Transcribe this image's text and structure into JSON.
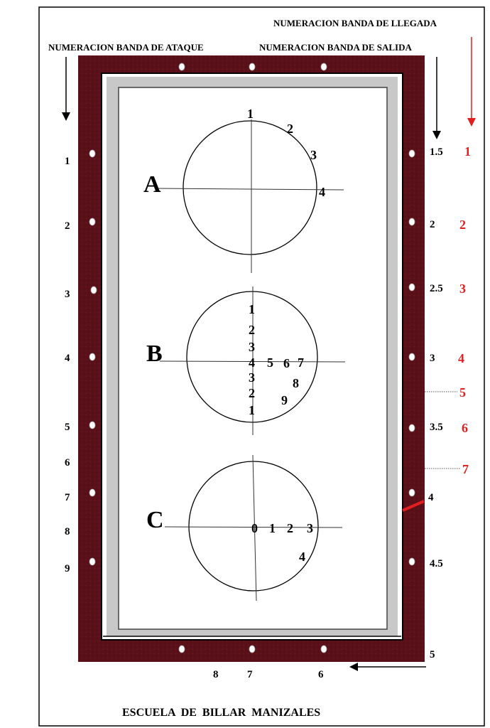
{
  "labels": {
    "llegada": "NUMERACION BANDA DE LLEGADA",
    "ataque": "NUMERACION BANDA DE ATAQUE",
    "salida": "NUMERACION BANDA DE SALIDA",
    "footer": "ESCUELA  DE  BILLAR  MANIZALES"
  },
  "left_numbers": [
    "1",
    "2",
    "3",
    "4",
    "5",
    "6",
    "7",
    "8",
    "9"
  ],
  "right_black_numbers": [
    "1.5",
    "2",
    "2.5",
    "3",
    "3.5",
    "4",
    "4.5",
    "5"
  ],
  "right_red_numbers": [
    "1",
    "2",
    "3",
    "4",
    "5",
    "6",
    "7"
  ],
  "bottom_numbers": [
    "8",
    "7",
    "6"
  ],
  "circles": {
    "A": {
      "letter": "A",
      "numbers": [
        "1",
        "2",
        "3",
        "4"
      ]
    },
    "B": {
      "letter": "B",
      "numbers": [
        "1",
        "2",
        "3",
        "4",
        "3",
        "2",
        "1",
        "5",
        "6",
        "7",
        "8",
        "9"
      ]
    },
    "C": {
      "letter": "C",
      "numbers": [
        "0",
        "1",
        "2",
        "3",
        "4"
      ]
    }
  },
  "colors": {
    "rail": "#5a1018",
    "cushion": "#c8c8c8",
    "red_text": "#e02020",
    "black_text": "#000000"
  }
}
